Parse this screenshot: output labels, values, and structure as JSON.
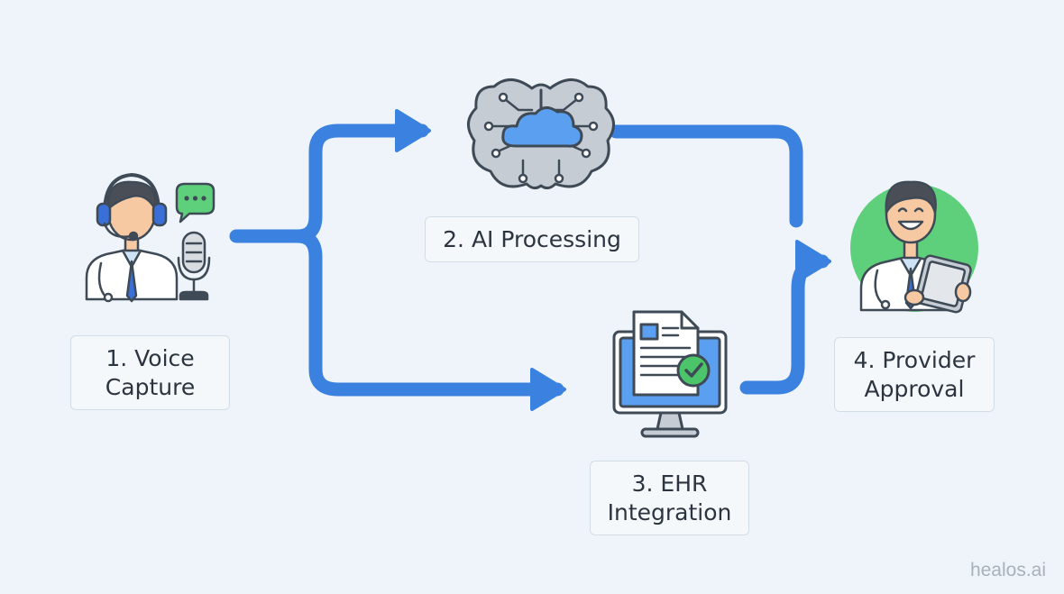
{
  "steps": [
    {
      "label": "1. Voice\nCapture",
      "icon": "doctor-headset-microphone-icon"
    },
    {
      "label": "2. AI Processing",
      "icon": "brain-cloud-icon"
    },
    {
      "label": "3. EHR\nIntegration",
      "icon": "monitor-document-check-icon"
    },
    {
      "label": "4. Provider\nApproval",
      "icon": "doctor-tablet-icon"
    }
  ],
  "watermark": "healos.ai",
  "colors": {
    "arrow": "#3b82e0",
    "green_circle": "#5ecf7a",
    "check_green": "#4cc46a",
    "cloud_blue": "#5b9ff0",
    "outline": "#3f4a57",
    "headset_blue": "#3a6fd8",
    "background": "#eef4f9"
  }
}
